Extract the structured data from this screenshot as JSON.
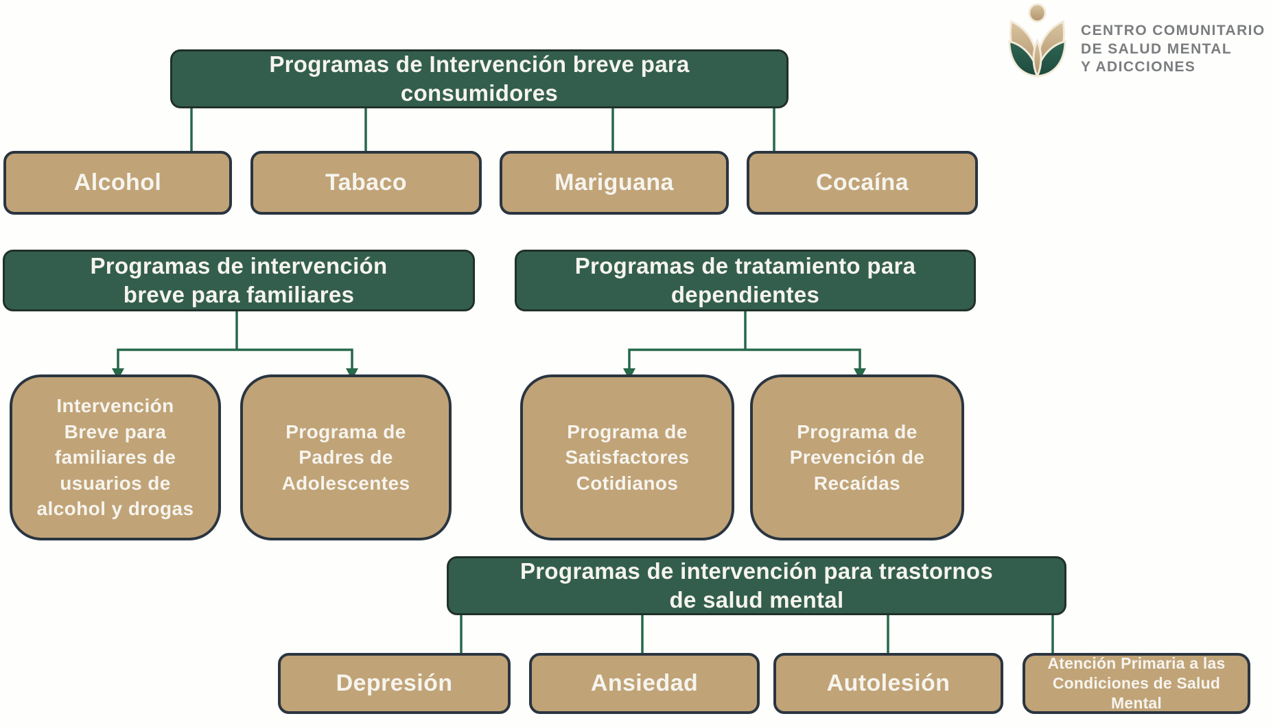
{
  "palette": {
    "node_green": "#335E4E",
    "node_green_border": "#20302A",
    "node_tan": "#C0A377",
    "node_tan_border": "#2A3540",
    "connector_green": "#27684A",
    "node_text": "#F6F4EE",
    "logo_text_gray": "#7A7C7E",
    "logo_tan": "#C2A67C",
    "logo_green": "#275547",
    "background": "#FEFEFD"
  },
  "logo": {
    "icon": "flower-person-logo",
    "lines": [
      "CENTRO COMUNITARIO",
      "DE SALUD MENTAL",
      "Y ADICCIONES"
    ]
  },
  "sections": [
    {
      "parent": {
        "lines": [
          "Programas de Intervención breve para",
          "consumidores"
        ]
      },
      "children": [
        {
          "lines": [
            "Alcohol"
          ]
        },
        {
          "lines": [
            "Tabaco"
          ]
        },
        {
          "lines": [
            "Mariguana"
          ]
        },
        {
          "lines": [
            "Cocaína"
          ]
        }
      ]
    },
    {
      "parent": {
        "lines": [
          "Programas de intervención",
          "breve para familiares"
        ]
      },
      "children": [
        {
          "lines": [
            "Intervención",
            "Breve para",
            "familiares de",
            "usuarios de",
            "alcohol y drogas"
          ]
        },
        {
          "lines": [
            "Programa de",
            "Padres de",
            "Adolescentes"
          ]
        }
      ]
    },
    {
      "parent": {
        "lines": [
          "Programas de tratamiento para",
          "dependientes"
        ]
      },
      "children": [
        {
          "lines": [
            "Programa de",
            "Satisfactores",
            "Cotidianos"
          ]
        },
        {
          "lines": [
            "Programa de",
            "Prevención de",
            "Recaídas"
          ]
        }
      ]
    },
    {
      "parent": {
        "lines": [
          "Programas de intervención para trastornos",
          "de salud mental"
        ]
      },
      "children": [
        {
          "lines": [
            "Depresión"
          ]
        },
        {
          "lines": [
            "Ansiedad"
          ]
        },
        {
          "lines": [
            "Autolesión"
          ]
        },
        {
          "lines": [
            "Atención Primaria a las",
            "Condiciones de Salud",
            "Mental"
          ]
        }
      ]
    }
  ]
}
